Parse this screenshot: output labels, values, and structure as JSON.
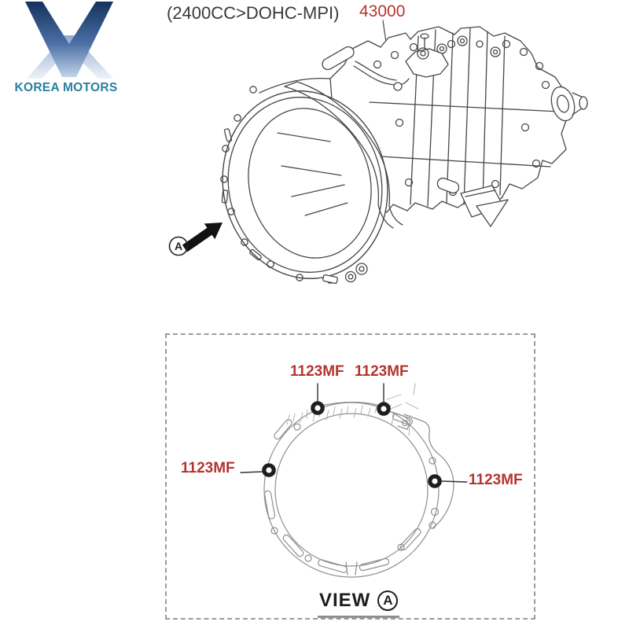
{
  "colors": {
    "label_red": "#b5342e",
    "text_dark": "#3a3a3a",
    "drawing_line": "#474747",
    "gasket_line": "#8f8f8f",
    "logo_text": "#2b7f9f",
    "logo_gradient_dark": "#14325e",
    "logo_gradient_light": "#e9eff7",
    "background": "#ffffff"
  },
  "logo": {
    "name": "KOREA MOTORS"
  },
  "header": {
    "engine_spec": "(2400CC>DOHC-MPI)",
    "part_number": "43000"
  },
  "diagram": {
    "description": "manual transaxle assembly line art",
    "view_arrow_marker": "A"
  },
  "view_panel": {
    "labels": {
      "top_left": "1123MF",
      "top_right": "1123MF",
      "left": "1123MF",
      "right": "1123MF"
    },
    "view_label": "VIEW",
    "view_marker": "A"
  }
}
